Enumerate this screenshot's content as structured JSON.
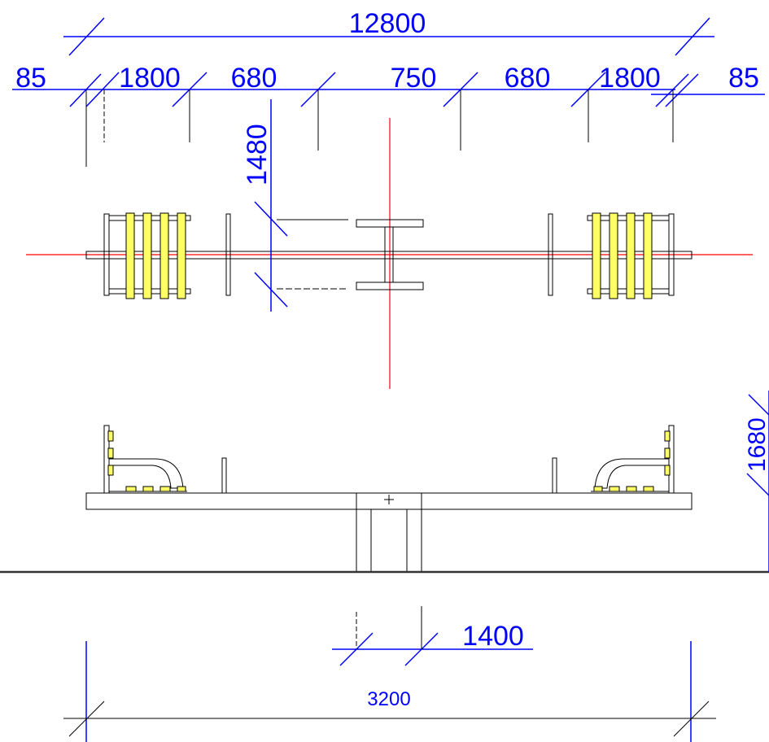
{
  "colors": {
    "dimension": "#0000ff",
    "axis": "#ff0000",
    "outline": "#000000",
    "seat_fill": "#ffff66",
    "ground": "#333333",
    "background": "#ffffff"
  },
  "dimensions": {
    "overall_length": "12800",
    "segments": [
      "85",
      "1800",
      "680",
      "750",
      "680",
      "1800",
      "85"
    ],
    "handle_spacing": "1480",
    "seat_height": "1680",
    "base_width": "1400",
    "base_length": "3200"
  },
  "views": {
    "plan": "top view of seesaw",
    "elevation": "side view of seesaw"
  }
}
